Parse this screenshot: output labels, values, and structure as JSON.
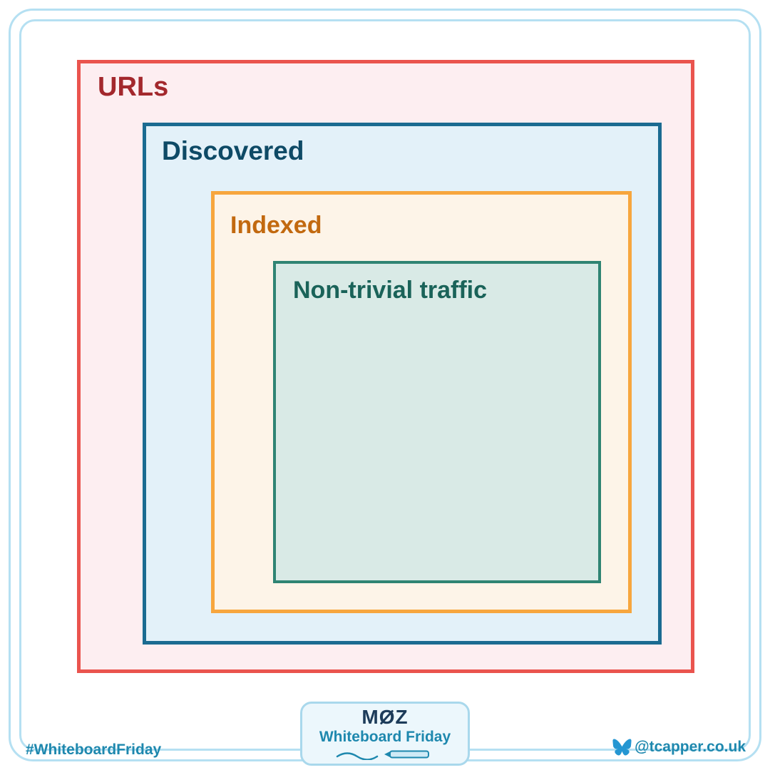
{
  "page": {
    "background_color": "#ffffff",
    "frame_color": "#b5e0f2"
  },
  "diagram": {
    "type": "nested-boxes",
    "layers": [
      {
        "label": "URLs",
        "border_color": "#ea544e",
        "fill_color": "#fdeef1",
        "text_color": "#a3282d"
      },
      {
        "label": "Discovered",
        "border_color": "#1b6b91",
        "fill_color": "#e3f1f9",
        "text_color": "#0e4a66"
      },
      {
        "label": "Indexed",
        "border_color": "#f7a63e",
        "fill_color": "#fdf4e8",
        "text_color": "#c2690f"
      },
      {
        "label": "Non-trivial traffic",
        "border_color": "#2f8473",
        "fill_color": "#d9eae6",
        "text_color": "#1a6359"
      }
    ]
  },
  "footer": {
    "hashtag": "#WhiteboardFriday",
    "text_color": "#1e88ae",
    "badge": {
      "brand": "MOZ",
      "series": "Whiteboard Friday",
      "brand_color": "#1d3c5a"
    },
    "social": {
      "icon": "bluesky-butterfly-icon",
      "icon_color": "#2496d2",
      "handle": "@tcapper.co.uk"
    }
  }
}
